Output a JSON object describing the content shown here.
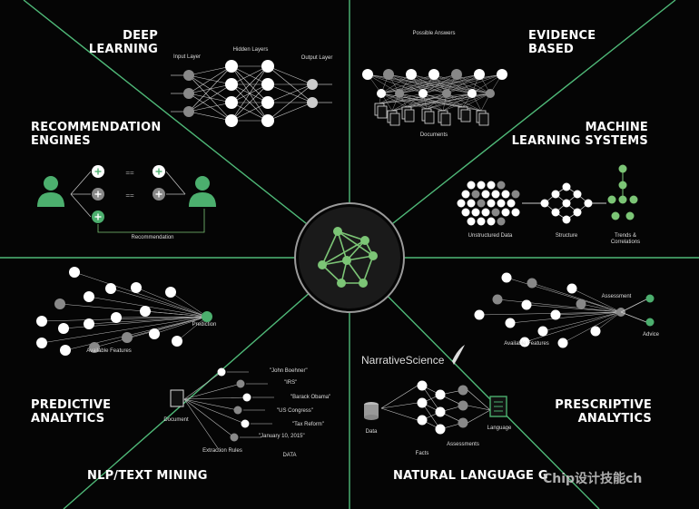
{
  "colors": {
    "accent": "#7cc576",
    "green": "#4caf6e",
    "bg": "#050505",
    "line": "#4fb978",
    "grey": "#888888"
  },
  "segments": {
    "deep_learning": {
      "title1": "DEEP",
      "title2": "LEARNING",
      "input_layer": "Input Layer",
      "hidden_layers": "Hidden Layers",
      "output_layer": "Output Layer"
    },
    "evidence_based": {
      "title1": "EVIDENCE",
      "title2": "BASED",
      "possible_answers": "Possible Answers",
      "documents": "Documents"
    },
    "recommendation": {
      "title1": "RECOMMENDATION",
      "title2": "ENGINES",
      "label": "Recommendation",
      "eq1": "==",
      "eq2": "=="
    },
    "machine_learning": {
      "title1": "MACHINE",
      "title2": "LEARNING SYSTEMS",
      "unstructured": "Unstructured Data",
      "structure": "Structure",
      "trends1": "Trends &",
      "trends2": "Correlations"
    },
    "predictive": {
      "title1": "PREDICTIVE",
      "title2": "ANALYTICS",
      "prediction": "Prediction",
      "available_features": "Available Features"
    },
    "prescriptive": {
      "title1": "PRESCRIPTIVE",
      "title2": "ANALYTICS",
      "assessment": "Assessment",
      "advice": "Advice",
      "available_features": "Available Features"
    },
    "nlp": {
      "title": "NLP/TEXT MINING",
      "document": "Document",
      "extraction_rules": "Extraction Rules",
      "data": "DATA",
      "entities": [
        "\"John Boehner\"",
        "\"IRS\"",
        "\"Barack Obama\"",
        "\"US Congress\"",
        "\"Tax Reform\"",
        "\"January 10, 2015\""
      ]
    },
    "nlg": {
      "title": "NATURAL LANGUAGE G",
      "logo": "NarrativeScience",
      "data": "Data",
      "facts": "Facts",
      "assessments": "Assessments",
      "language": "Language"
    }
  },
  "watermark": "Chip设计技能ch"
}
